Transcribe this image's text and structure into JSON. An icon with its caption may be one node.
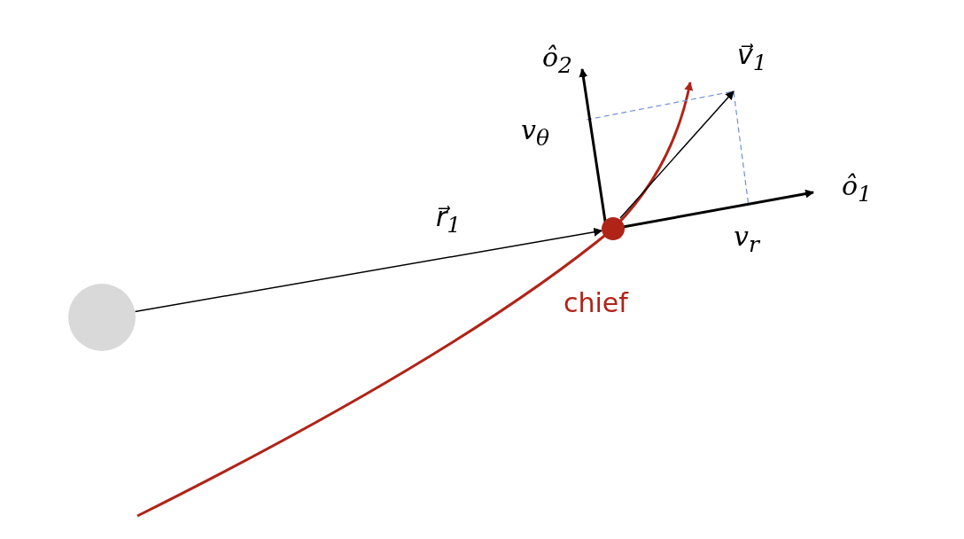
{
  "diagram": {
    "nodes": [
      {
        "text": [],
        "shape": "circle"
      },
      {
        "text": [],
        "shape": "circle",
        "beside": [
          "chief"
        ]
      }
    ],
    "edges": [
      {
        "from": 0,
        "to": 1,
        "arrow": "to",
        "label": "r⃗$_{1}$"
      }
    ],
    "labels": [
      "ô$_{2}$",
      "v⃗$_{1}$",
      "v$_{θ}$",
      "ô$_{1}$",
      "v$_{r}$"
    ]
  }
}
